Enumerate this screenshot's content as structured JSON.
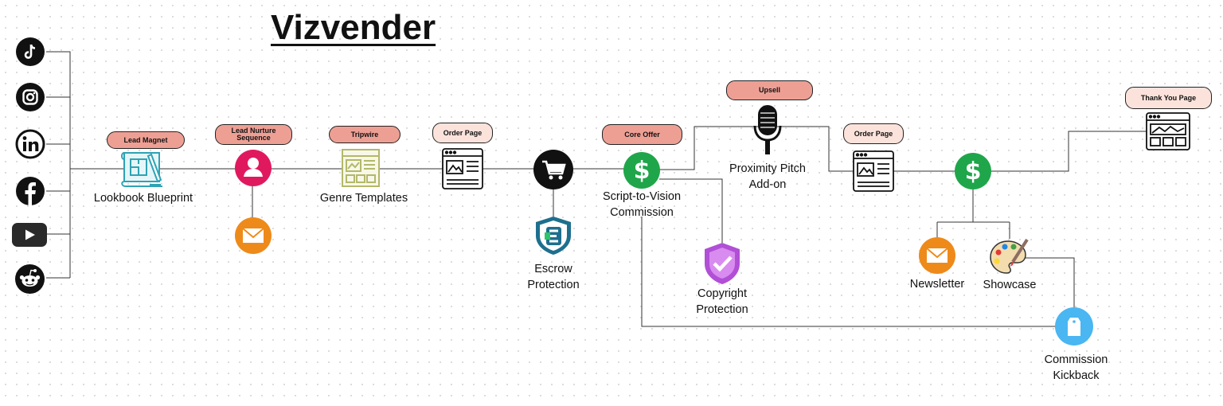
{
  "title": "Vizvender",
  "social": [
    {
      "icon": "tiktok-icon"
    },
    {
      "icon": "instagram-icon"
    },
    {
      "icon": "linkedin-icon"
    },
    {
      "icon": "facebook-icon"
    },
    {
      "icon": "youtube-icon"
    },
    {
      "icon": "reddit-icon"
    }
  ],
  "tags": {
    "lead_magnet": "Lead Magnet",
    "lead_nurture": "Lead Nurture\nSequence",
    "tripwire": "Tripwire",
    "order_page_1": "Order Page",
    "core_offer": "Core Offer",
    "upsell": "Upsell",
    "order_page_2": "Order Page",
    "thank_you": "Thank You Page"
  },
  "labels": {
    "lookbook": "Lookbook Blueprint",
    "genre": "Genre Templates",
    "escrow": "Escrow\nProtection",
    "script_to_vision": "Script-to-Vision\nCommission",
    "copyright": "Copyright\nProtection",
    "proximity": "Proximity Pitch\nAdd-on",
    "newsletter": "Newsletter",
    "showcase": "Showcase",
    "kickback": "Commission\nKickback"
  },
  "colors": {
    "pill_salmon": "#ee9f94",
    "pill_light": "#fbe3dc",
    "dollar_green": "#1fa64a",
    "user_pink": "#e0195f",
    "mail_orange": "#ee8a1a",
    "shield_purple": "#b14fd6",
    "escrow_teal": "#1e6f8e",
    "tag_blue": "#4ab6f2",
    "blueprint_teal": "#2ea3b5",
    "template_olive": "#b4b86a"
  }
}
